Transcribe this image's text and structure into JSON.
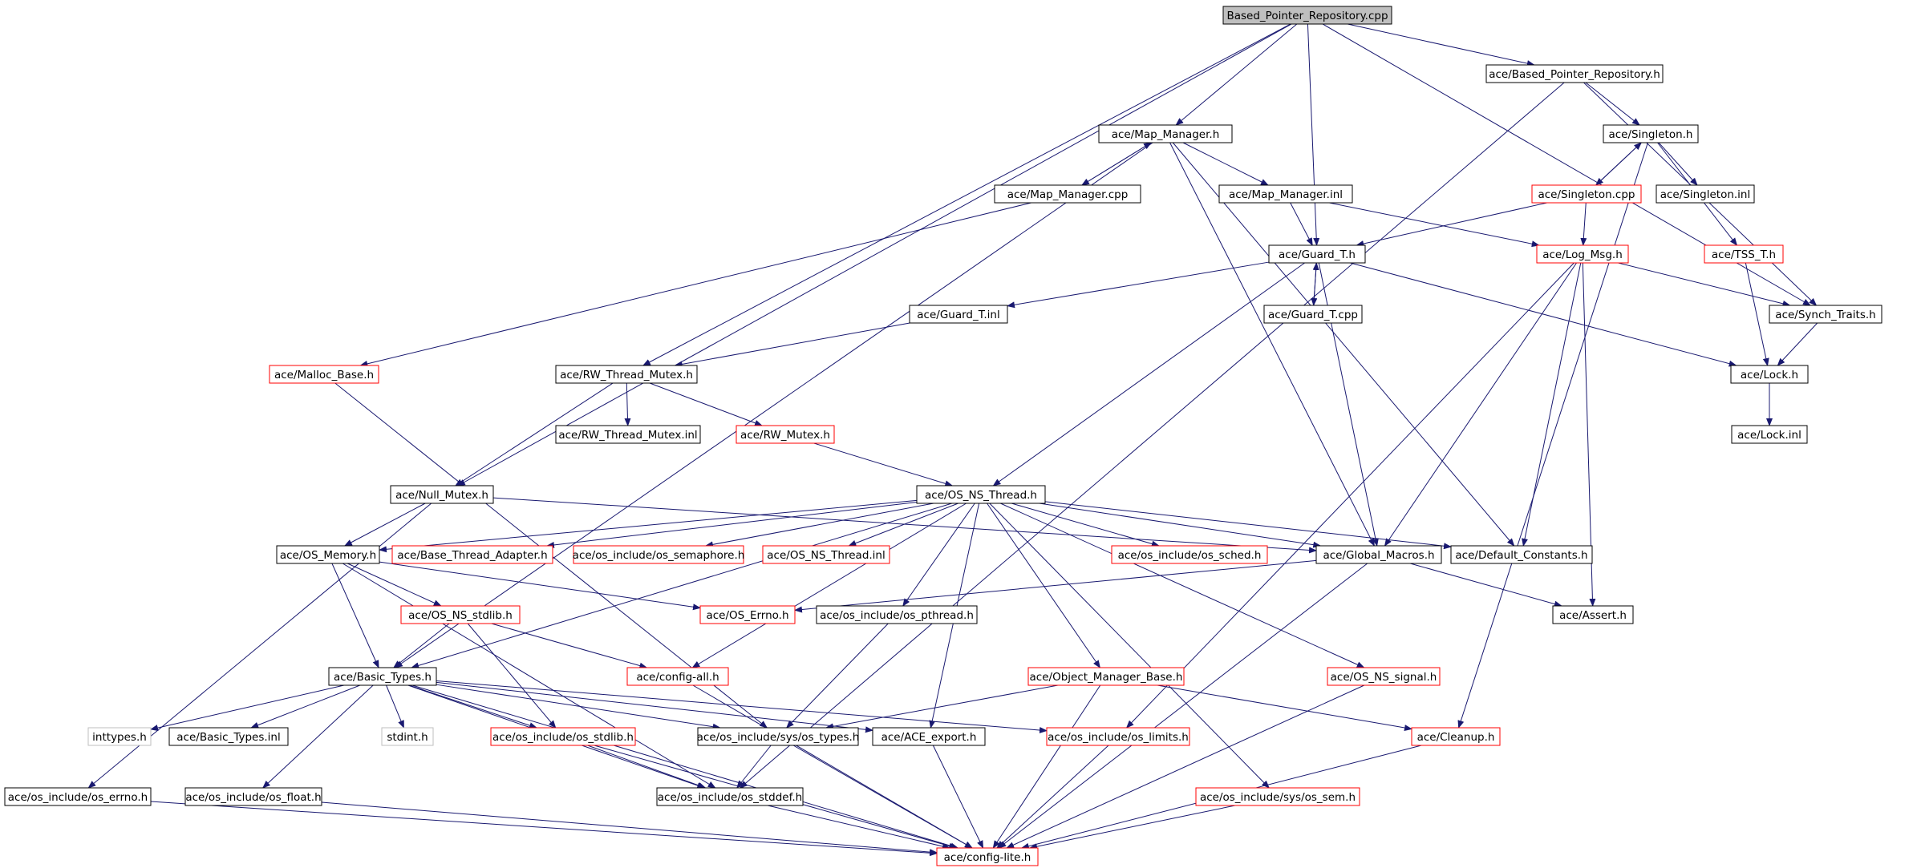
{
  "colors": {
    "edge": "#191970",
    "box_black": "#000000",
    "box_red": "#ff0000",
    "box_grey": "#bfbfbf",
    "root_fill": "#bfbfbf",
    "text": "#000000"
  },
  "nodes": {
    "root": {
      "label": "Based_Pointer_Repository.cpp",
      "style": "root"
    },
    "bpr_h": {
      "label": "ace/Based_Pointer_Repository.h",
      "style": "black"
    },
    "map_manager_h": {
      "label": "ace/Map_Manager.h",
      "style": "black"
    },
    "singleton_h": {
      "label": "ace/Singleton.h",
      "style": "black"
    },
    "map_manager_cpp": {
      "label": "ace/Map_Manager.cpp",
      "style": "black"
    },
    "map_manager_inl": {
      "label": "ace/Map_Manager.inl",
      "style": "black"
    },
    "singleton_cpp": {
      "label": "ace/Singleton.cpp",
      "style": "red"
    },
    "singleton_inl": {
      "label": "ace/Singleton.inl",
      "style": "black"
    },
    "guard_t_h": {
      "label": "ace/Guard_T.h",
      "style": "black"
    },
    "log_msg_h": {
      "label": "ace/Log_Msg.h",
      "style": "red"
    },
    "tss_t_h": {
      "label": "ace/TSS_T.h",
      "style": "red"
    },
    "guard_t_inl": {
      "label": "ace/Guard_T.inl",
      "style": "black"
    },
    "guard_t_cpp": {
      "label": "ace/Guard_T.cpp",
      "style": "black"
    },
    "synch_traits_h": {
      "label": "ace/Synch_Traits.h",
      "style": "black"
    },
    "malloc_base_h": {
      "label": "ace/Malloc_Base.h",
      "style": "red"
    },
    "rw_thread_mutex_h": {
      "label": "ace/RW_Thread_Mutex.h",
      "style": "black"
    },
    "lock_h": {
      "label": "ace/Lock.h",
      "style": "black"
    },
    "rw_thread_mutex_inl": {
      "label": "ace/RW_Thread_Mutex.inl",
      "style": "black"
    },
    "rw_mutex_h": {
      "label": "ace/RW_Mutex.h",
      "style": "red"
    },
    "lock_inl": {
      "label": "ace/Lock.inl",
      "style": "black"
    },
    "null_mutex_h": {
      "label": "ace/Null_Mutex.h",
      "style": "black"
    },
    "os_ns_thread_h": {
      "label": "ace/OS_NS_Thread.h",
      "style": "black"
    },
    "os_memory_h": {
      "label": "ace/OS_Memory.h",
      "style": "black"
    },
    "base_thread_adapter_h": {
      "label": "ace/Base_Thread_Adapter.h",
      "style": "red"
    },
    "os_semaphore_h": {
      "label": "ace/os_include/os_semaphore.h",
      "style": "red"
    },
    "os_ns_thread_inl": {
      "label": "ace/OS_NS_Thread.inl",
      "style": "red"
    },
    "os_sched_h": {
      "label": "ace/os_include/os_sched.h",
      "style": "red"
    },
    "global_macros_h": {
      "label": "ace/Global_Macros.h",
      "style": "black"
    },
    "default_constants_h": {
      "label": "ace/Default_Constants.h",
      "style": "black"
    },
    "os_ns_stdlib_h": {
      "label": "ace/OS_NS_stdlib.h",
      "style": "red"
    },
    "os_errno_h": {
      "label": "ace/OS_Errno.h",
      "style": "red"
    },
    "os_pthread_h": {
      "label": "ace/os_include/os_pthread.h",
      "style": "black"
    },
    "assert_h": {
      "label": "ace/Assert.h",
      "style": "black"
    },
    "basic_types_h": {
      "label": "ace/Basic_Types.h",
      "style": "black"
    },
    "config_all_h": {
      "label": "ace/config-all.h",
      "style": "red"
    },
    "object_manager_base_h": {
      "label": "ace/Object_Manager_Base.h",
      "style": "red"
    },
    "os_ns_signal_h": {
      "label": "ace/OS_NS_signal.h",
      "style": "red"
    },
    "inttypes_h": {
      "label": "inttypes.h",
      "style": "grey"
    },
    "basic_types_inl": {
      "label": "ace/Basic_Types.inl",
      "style": "black"
    },
    "stdint_h": {
      "label": "stdint.h",
      "style": "grey"
    },
    "os_stdlib_h": {
      "label": "ace/os_include/os_stdlib.h",
      "style": "red"
    },
    "sys_os_types_h": {
      "label": "ace/os_include/sys/os_types.h",
      "style": "black"
    },
    "ace_export_h": {
      "label": "ace/ACE_export.h",
      "style": "black"
    },
    "os_limits_h": {
      "label": "ace/os_include/os_limits.h",
      "style": "red"
    },
    "cleanup_h": {
      "label": "ace/Cleanup.h",
      "style": "red"
    },
    "os_include_errno_h": {
      "label": "ace/os_include/os_errno.h",
      "style": "black"
    },
    "os_float_h": {
      "label": "ace/os_include/os_float.h",
      "style": "black"
    },
    "os_stddef_h": {
      "label": "ace/os_include/os_stddef.h",
      "style": "black"
    },
    "sys_os_sem_h": {
      "label": "ace/os_include/sys/os_sem.h",
      "style": "red"
    },
    "config_lite_h": {
      "label": "ace/config-lite.h",
      "style": "red"
    }
  },
  "edges": [
    [
      "root",
      "bpr_h"
    ],
    [
      "root",
      "map_manager_h"
    ],
    [
      "root",
      "guard_t_h"
    ],
    [
      "root",
      "null_mutex_h"
    ],
    [
      "root",
      "rw_thread_mutex_h"
    ],
    [
      "root",
      "synch_traits_h"
    ],
    [
      "bpr_h",
      "singleton_h"
    ],
    [
      "bpr_h",
      "synch_traits_h"
    ],
    [
      "bpr_h",
      "os_stddef_h"
    ],
    [
      "map_manager_h",
      "map_manager_cpp"
    ],
    [
      "map_manager_h",
      "map_manager_inl"
    ],
    [
      "map_manager_h",
      "basic_types_h"
    ],
    [
      "map_manager_h",
      "global_macros_h"
    ],
    [
      "map_manager_h",
      "default_constants_h"
    ],
    [
      "map_manager_cpp",
      "map_manager_h"
    ],
    [
      "map_manager_cpp",
      "malloc_base_h"
    ],
    [
      "map_manager_inl",
      "guard_t_h"
    ],
    [
      "map_manager_inl",
      "log_msg_h"
    ],
    [
      "singleton_h",
      "singleton_cpp"
    ],
    [
      "singleton_h",
      "singleton_inl"
    ],
    [
      "singleton_h",
      "tss_t_h"
    ],
    [
      "singleton_h",
      "cleanup_h"
    ],
    [
      "singleton_cpp",
      "singleton_h"
    ],
    [
      "singleton_cpp",
      "log_msg_h"
    ],
    [
      "singleton_cpp",
      "guard_t_h"
    ],
    [
      "guard_t_h",
      "guard_t_inl"
    ],
    [
      "guard_t_h",
      "guard_t_cpp"
    ],
    [
      "guard_t_h",
      "lock_h"
    ],
    [
      "guard_t_h",
      "os_ns_thread_h"
    ],
    [
      "guard_t_h",
      "global_macros_h"
    ],
    [
      "guard_t_cpp",
      "guard_t_h"
    ],
    [
      "guard_t_inl",
      "rw_thread_mutex_h"
    ],
    [
      "log_msg_h",
      "synch_traits_h"
    ],
    [
      "log_msg_h",
      "default_constants_h"
    ],
    [
      "log_msg_h",
      "global_macros_h"
    ],
    [
      "log_msg_h",
      "assert_h"
    ],
    [
      "log_msg_h",
      "os_limits_h"
    ],
    [
      "tss_t_h",
      "lock_h"
    ],
    [
      "synch_traits_h",
      "lock_h"
    ],
    [
      "lock_h",
      "lock_inl"
    ],
    [
      "rw_thread_mutex_h",
      "rw_thread_mutex_inl"
    ],
    [
      "rw_thread_mutex_h",
      "rw_mutex_h"
    ],
    [
      "rw_thread_mutex_h",
      "null_mutex_h"
    ],
    [
      "rw_mutex_h",
      "os_ns_thread_h"
    ],
    [
      "malloc_base_h",
      "sys_os_types_h"
    ],
    [
      "null_mutex_h",
      "os_memory_h"
    ],
    [
      "null_mutex_h",
      "global_macros_h"
    ],
    [
      "null_mutex_h",
      "os_include_errno_h"
    ],
    [
      "os_ns_thread_h",
      "os_memory_h"
    ],
    [
      "os_ns_thread_h",
      "base_thread_adapter_h"
    ],
    [
      "os_ns_thread_h",
      "os_semaphore_h"
    ],
    [
      "os_ns_thread_h",
      "os_ns_thread_inl"
    ],
    [
      "os_ns_thread_h",
      "os_sched_h"
    ],
    [
      "os_ns_thread_h",
      "global_macros_h"
    ],
    [
      "os_ns_thread_h",
      "default_constants_h"
    ],
    [
      "os_ns_thread_h",
      "os_pthread_h"
    ],
    [
      "os_ns_thread_h",
      "config_all_h"
    ],
    [
      "os_ns_thread_h",
      "object_manager_base_h"
    ],
    [
      "os_ns_thread_h",
      "os_ns_signal_h"
    ],
    [
      "os_ns_thread_h",
      "ace_export_h"
    ],
    [
      "os_ns_thread_h",
      "sys_os_sem_h"
    ],
    [
      "os_ns_thread_h",
      "basic_types_h"
    ],
    [
      "os_memory_h",
      "os_ns_stdlib_h"
    ],
    [
      "os_memory_h",
      "basic_types_h"
    ],
    [
      "os_memory_h",
      "os_errno_h"
    ],
    [
      "os_memory_h",
      "os_stddef_h"
    ],
    [
      "global_macros_h",
      "os_errno_h"
    ],
    [
      "global_macros_h",
      "assert_h"
    ],
    [
      "global_macros_h",
      "config_lite_h"
    ],
    [
      "os_ns_stdlib_h",
      "basic_types_h"
    ],
    [
      "os_ns_stdlib_h",
      "config_all_h"
    ],
    [
      "os_ns_stdlib_h",
      "os_stdlib_h"
    ],
    [
      "os_pthread_h",
      "sys_os_types_h"
    ],
    [
      "basic_types_h",
      "inttypes_h"
    ],
    [
      "basic_types_h",
      "basic_types_inl"
    ],
    [
      "basic_types_h",
      "stdint_h"
    ],
    [
      "basic_types_h",
      "os_stdlib_h"
    ],
    [
      "basic_types_h",
      "sys_os_types_h"
    ],
    [
      "basic_types_h",
      "ace_export_h"
    ],
    [
      "basic_types_h",
      "os_limits_h"
    ],
    [
      "basic_types_h",
      "os_float_h"
    ],
    [
      "basic_types_h",
      "os_stddef_h"
    ],
    [
      "basic_types_h",
      "config_lite_h"
    ],
    [
      "config_all_h",
      "config_lite_h"
    ],
    [
      "object_manager_base_h",
      "sys_os_types_h"
    ],
    [
      "object_manager_base_h",
      "cleanup_h"
    ],
    [
      "object_manager_base_h",
      "config_lite_h"
    ],
    [
      "os_ns_signal_h",
      "config_lite_h"
    ],
    [
      "os_stdlib_h",
      "os_stddef_h"
    ],
    [
      "os_stdlib_h",
      "config_lite_h"
    ],
    [
      "sys_os_types_h",
      "os_stddef_h"
    ],
    [
      "sys_os_types_h",
      "config_lite_h"
    ],
    [
      "ace_export_h",
      "config_lite_h"
    ],
    [
      "os_limits_h",
      "config_lite_h"
    ],
    [
      "cleanup_h",
      "config_lite_h"
    ],
    [
      "os_include_errno_h",
      "config_lite_h"
    ],
    [
      "os_float_h",
      "config_lite_h"
    ],
    [
      "os_stddef_h",
      "config_lite_h"
    ],
    [
      "sys_os_sem_h",
      "config_lite_h"
    ]
  ]
}
